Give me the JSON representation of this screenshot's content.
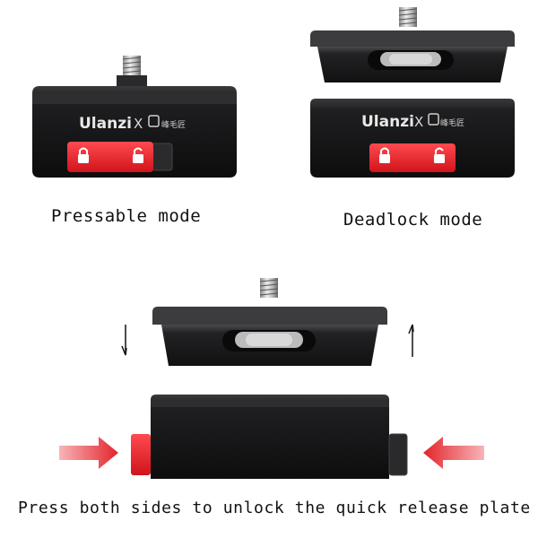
{
  "captions": {
    "pressable": "Pressable mode",
    "deadlock": "Deadlock mode",
    "press_both": "Press both sides to unlock the quick release plate"
  },
  "branding": {
    "brand": "Ulanzi",
    "x": "X",
    "partner": "峰毛匠"
  },
  "colors": {
    "body": "#1c1c1e",
    "lock_button": "#e8202a",
    "arrow": "#e3242b"
  },
  "icons": [
    "lock-icon",
    "unlock-icon",
    "arrow-down-icon",
    "arrow-up-icon",
    "arrow-right-icon",
    "arrow-left-icon"
  ]
}
